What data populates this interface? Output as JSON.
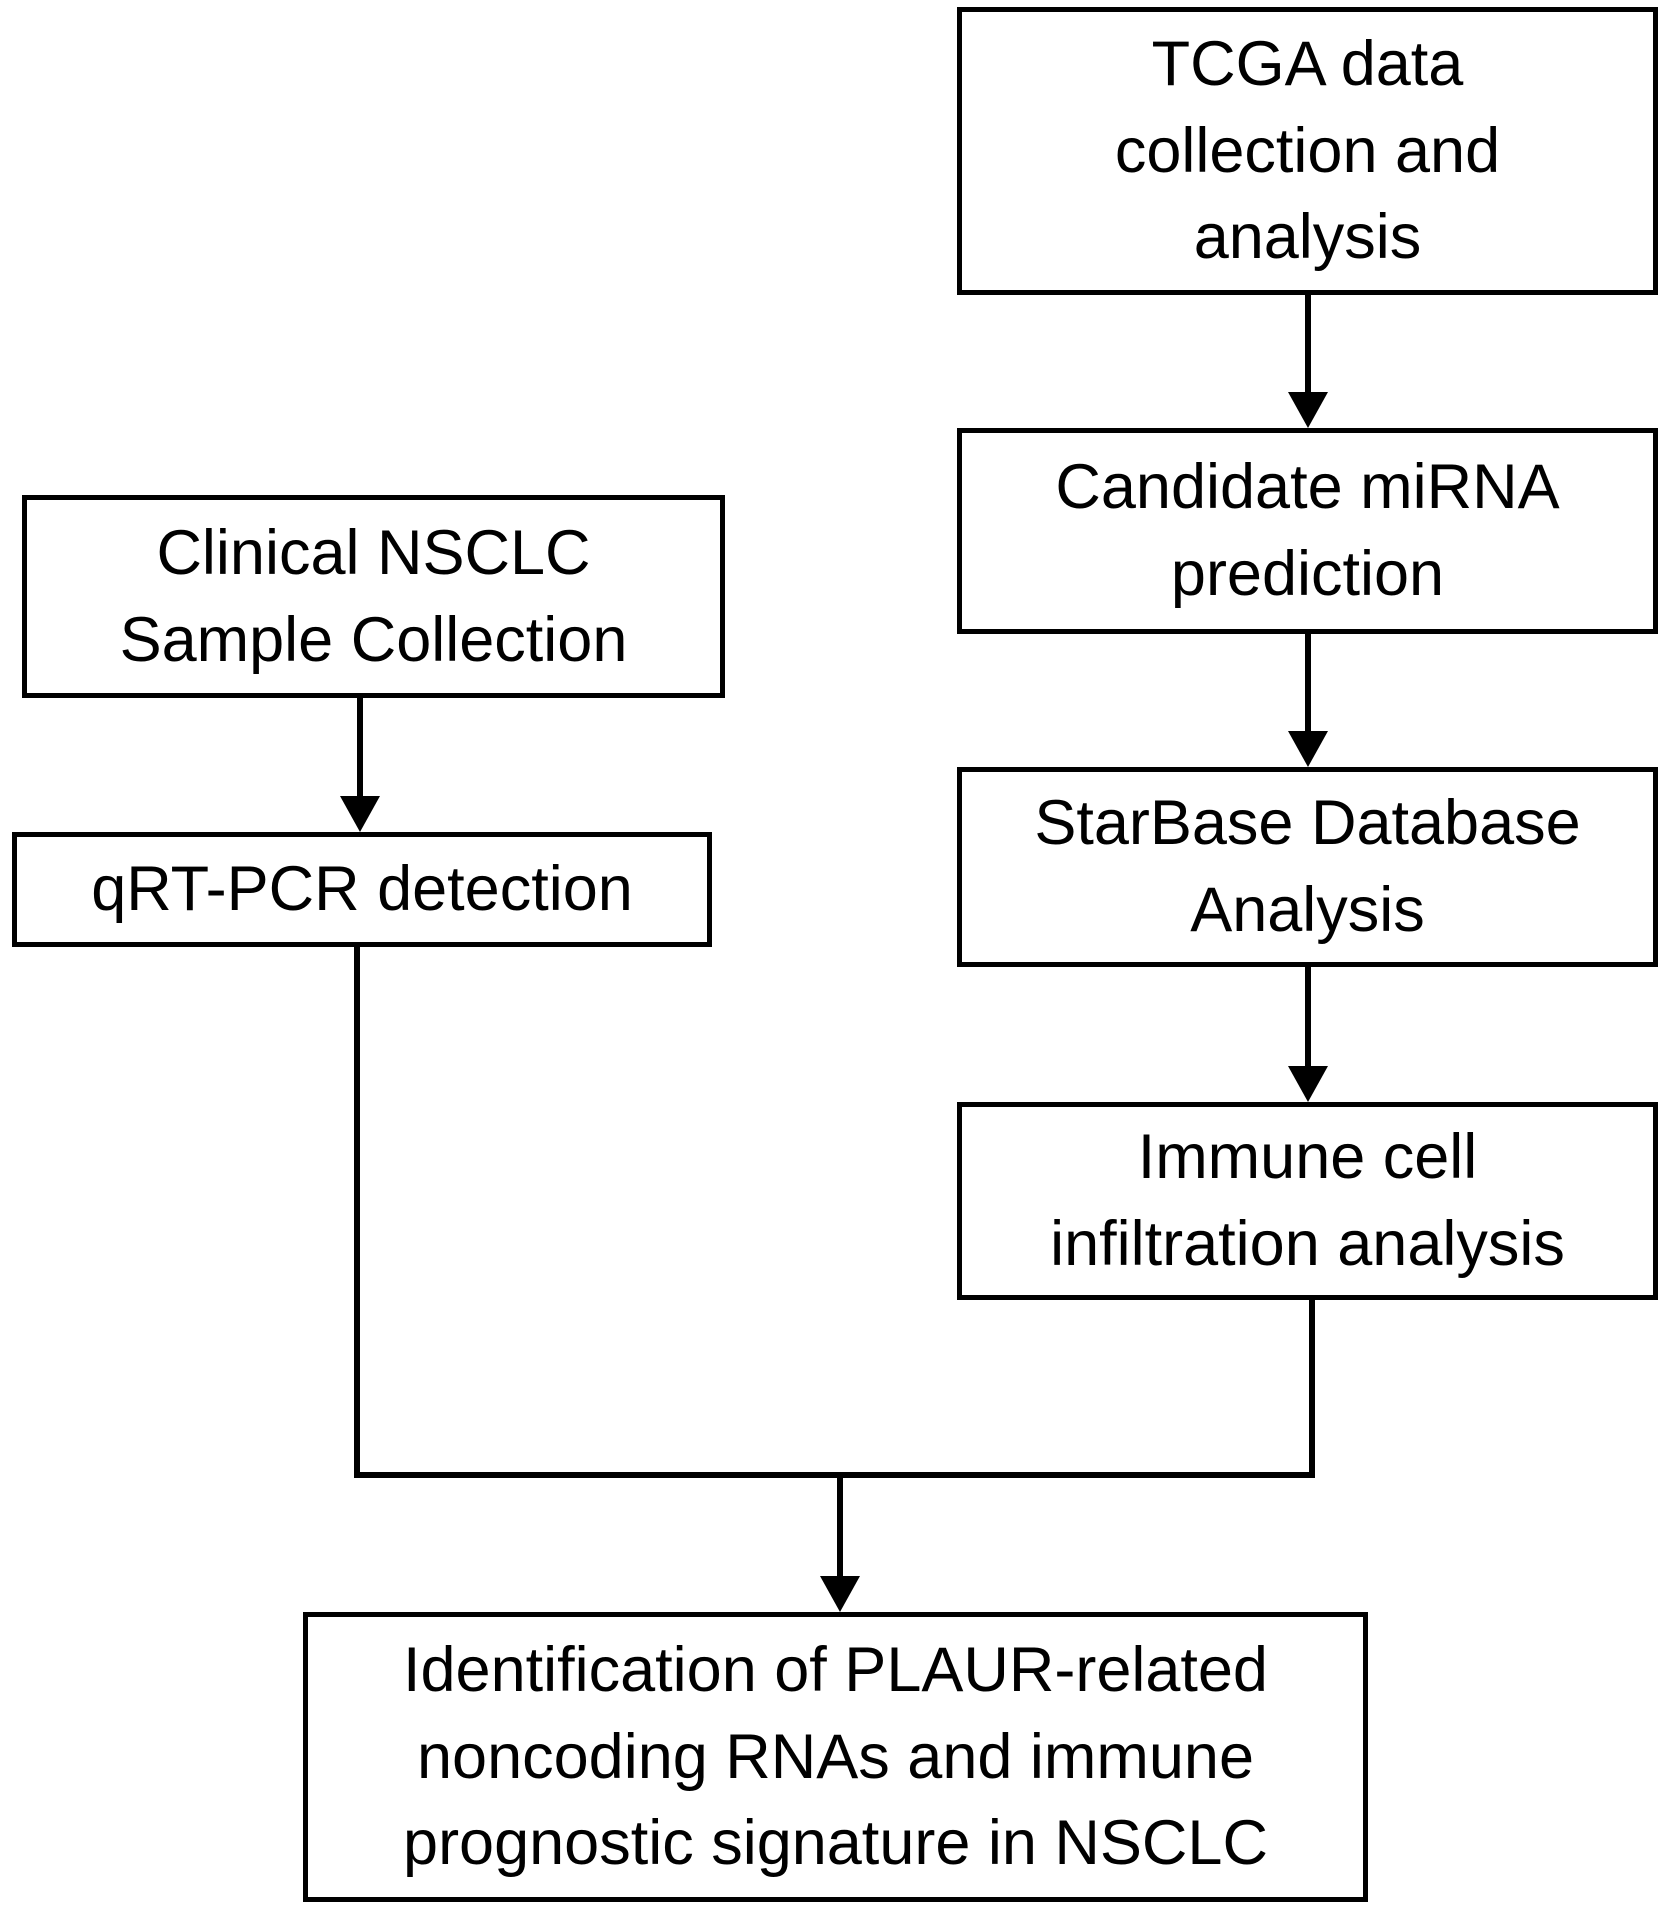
{
  "diagram": {
    "type": "flowchart",
    "colors": {
      "background": "#ffffff",
      "stroke": "#000000",
      "box_fill": "#ffffff",
      "text": "#000000"
    },
    "nodes": {
      "tcga": {
        "label": "TCGA data\ncollection and\nanalysis"
      },
      "mirna": {
        "label": "Candidate miRNA\nprediction"
      },
      "starbase": {
        "label": "StarBase Database\nAnalysis"
      },
      "immune": {
        "label": "Immune cell\ninfiltration analysis"
      },
      "clinical": {
        "label": "Clinical NSCLC\nSample Collection"
      },
      "qrtpcr": {
        "label": "qRT-PCR detection"
      },
      "identification": {
        "label": "Identification of PLAUR-related\nnoncoding RNAs and immune\nprognostic signature in NSCLC"
      }
    },
    "edges": [
      {
        "from": "tcga",
        "to": "mirna"
      },
      {
        "from": "mirna",
        "to": "starbase"
      },
      {
        "from": "starbase",
        "to": "immune"
      },
      {
        "from": "clinical",
        "to": "qrtpcr"
      },
      {
        "from": "qrtpcr",
        "to": "identification"
      },
      {
        "from": "immune",
        "to": "identification"
      }
    ]
  }
}
